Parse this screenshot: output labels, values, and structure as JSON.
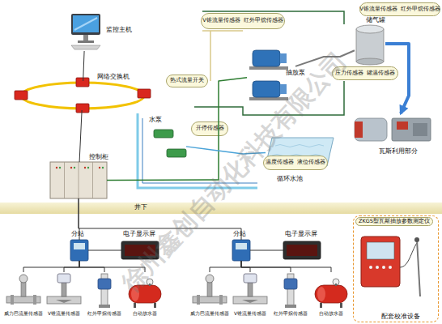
{
  "diagram": {
    "nodes": [
      {
        "text": [
          "监控主机"
        ]
      },
      {
        "text": [
          "V锥流量传感器",
          "红外甲烷传感器"
        ]
      },
      {
        "text": [
          "V锥流量传感器",
          "红外甲烷传感器"
        ]
      },
      {
        "text": [
          "储气罐"
        ]
      },
      {
        "text": [
          "抽放泵"
        ]
      },
      {
        "text": [
          "压力传感器",
          "罐温传感器"
        ]
      },
      {
        "text": [
          "热式流量开关"
        ]
      },
      {
        "text": [
          "网络交换机"
        ]
      },
      {
        "text": [
          "瓦斯利用部分"
        ]
      },
      {
        "text": [
          "水泵"
        ]
      },
      {
        "text": [
          "开停传感器"
        ]
      },
      {
        "text": [
          "循环水池"
        ]
      },
      {
        "text": [
          "温度传感器",
          "液位传感器"
        ]
      },
      {
        "text": [
          "控制柜"
        ]
      },
      {
        "text": [
          "井下"
        ]
      },
      {
        "text": [
          "ZKGS型瓦斯抽放参数测定仪",
          "配套校准设备"
        ]
      },
      {
        "text": [
          "分站"
        ]
      },
      {
        "text": [
          "电子显示屏"
        ]
      },
      {
        "text": [
          "分站"
        ]
      },
      {
        "text": [
          "电子显示屏"
        ]
      },
      {
        "text": [
          "威力巴流量传感器"
        ]
      },
      {
        "text": [
          "V锥流量传感器"
        ]
      },
      {
        "text": [
          "红外甲烷传感器"
        ]
      },
      {
        "text": [
          "自动放水器"
        ]
      },
      {
        "text": [
          "威力巴流量传感器"
        ]
      },
      {
        "text": [
          "V锥流量传感器"
        ]
      },
      {
        "text": [
          "红外甲烷传感器"
        ]
      },
      {
        "text": [
          "自动放水器"
        ]
      }
    ],
    "edges": [
      {
        "from": 0,
        "to": 7,
        "arrow": "none"
      },
      {
        "from": 7,
        "to": 13,
        "arrow": "none"
      },
      {
        "from": 13,
        "to": 16,
        "arrow": "none"
      },
      {
        "from": 13,
        "to": 18,
        "arrow": "none"
      },
      {
        "from": 16,
        "to": 17,
        "arrow": "none"
      },
      {
        "from": 18,
        "to": 19,
        "arrow": "none"
      },
      {
        "from": 16,
        "to": 20,
        "arrow": "none"
      },
      {
        "from": 16,
        "to": 21,
        "arrow": "none"
      },
      {
        "from": 16,
        "to": 22,
        "arrow": "none"
      },
      {
        "from": 16,
        "to": 23,
        "arrow": "none"
      },
      {
        "from": 18,
        "to": 24,
        "arrow": "none"
      },
      {
        "from": 18,
        "to": 25,
        "arrow": "none"
      },
      {
        "from": 18,
        "to": 26,
        "arrow": "none"
      },
      {
        "from": 18,
        "to": 27,
        "arrow": "none"
      },
      {
        "from": 13,
        "to": 4,
        "arrow": "none"
      },
      {
        "from": 4,
        "to": 3,
        "arrow": "none"
      },
      {
        "from": 3,
        "to": 8,
        "arrow": "to"
      },
      {
        "from": 9,
        "to": 11,
        "arrow": "none"
      }
    ],
    "labels": [
      "徐州鑫创自动化科技有限公司"
    ]
  }
}
